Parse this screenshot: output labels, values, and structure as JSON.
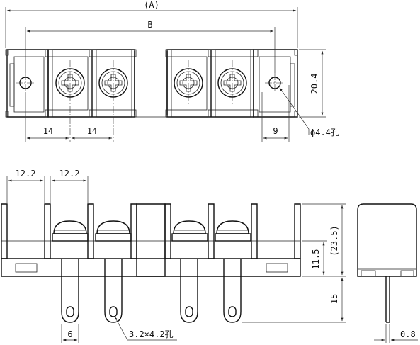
{
  "dimensions": {
    "overall_length": "(A)",
    "pitch_span": "B",
    "height_top": "20.4",
    "pitch_1": "14",
    "pitch_2": "14",
    "mount_offset": "9",
    "mount_hole": "ϕ4.4孔",
    "barrier_w1": "12.2",
    "barrier_w2": "12.2",
    "body_height": "11.5",
    "total_height": "(23.5)",
    "lead_length": "15",
    "lead_width": "6",
    "lead_hole": "3.2×4.2孔",
    "lead_thickness": "0.8"
  }
}
